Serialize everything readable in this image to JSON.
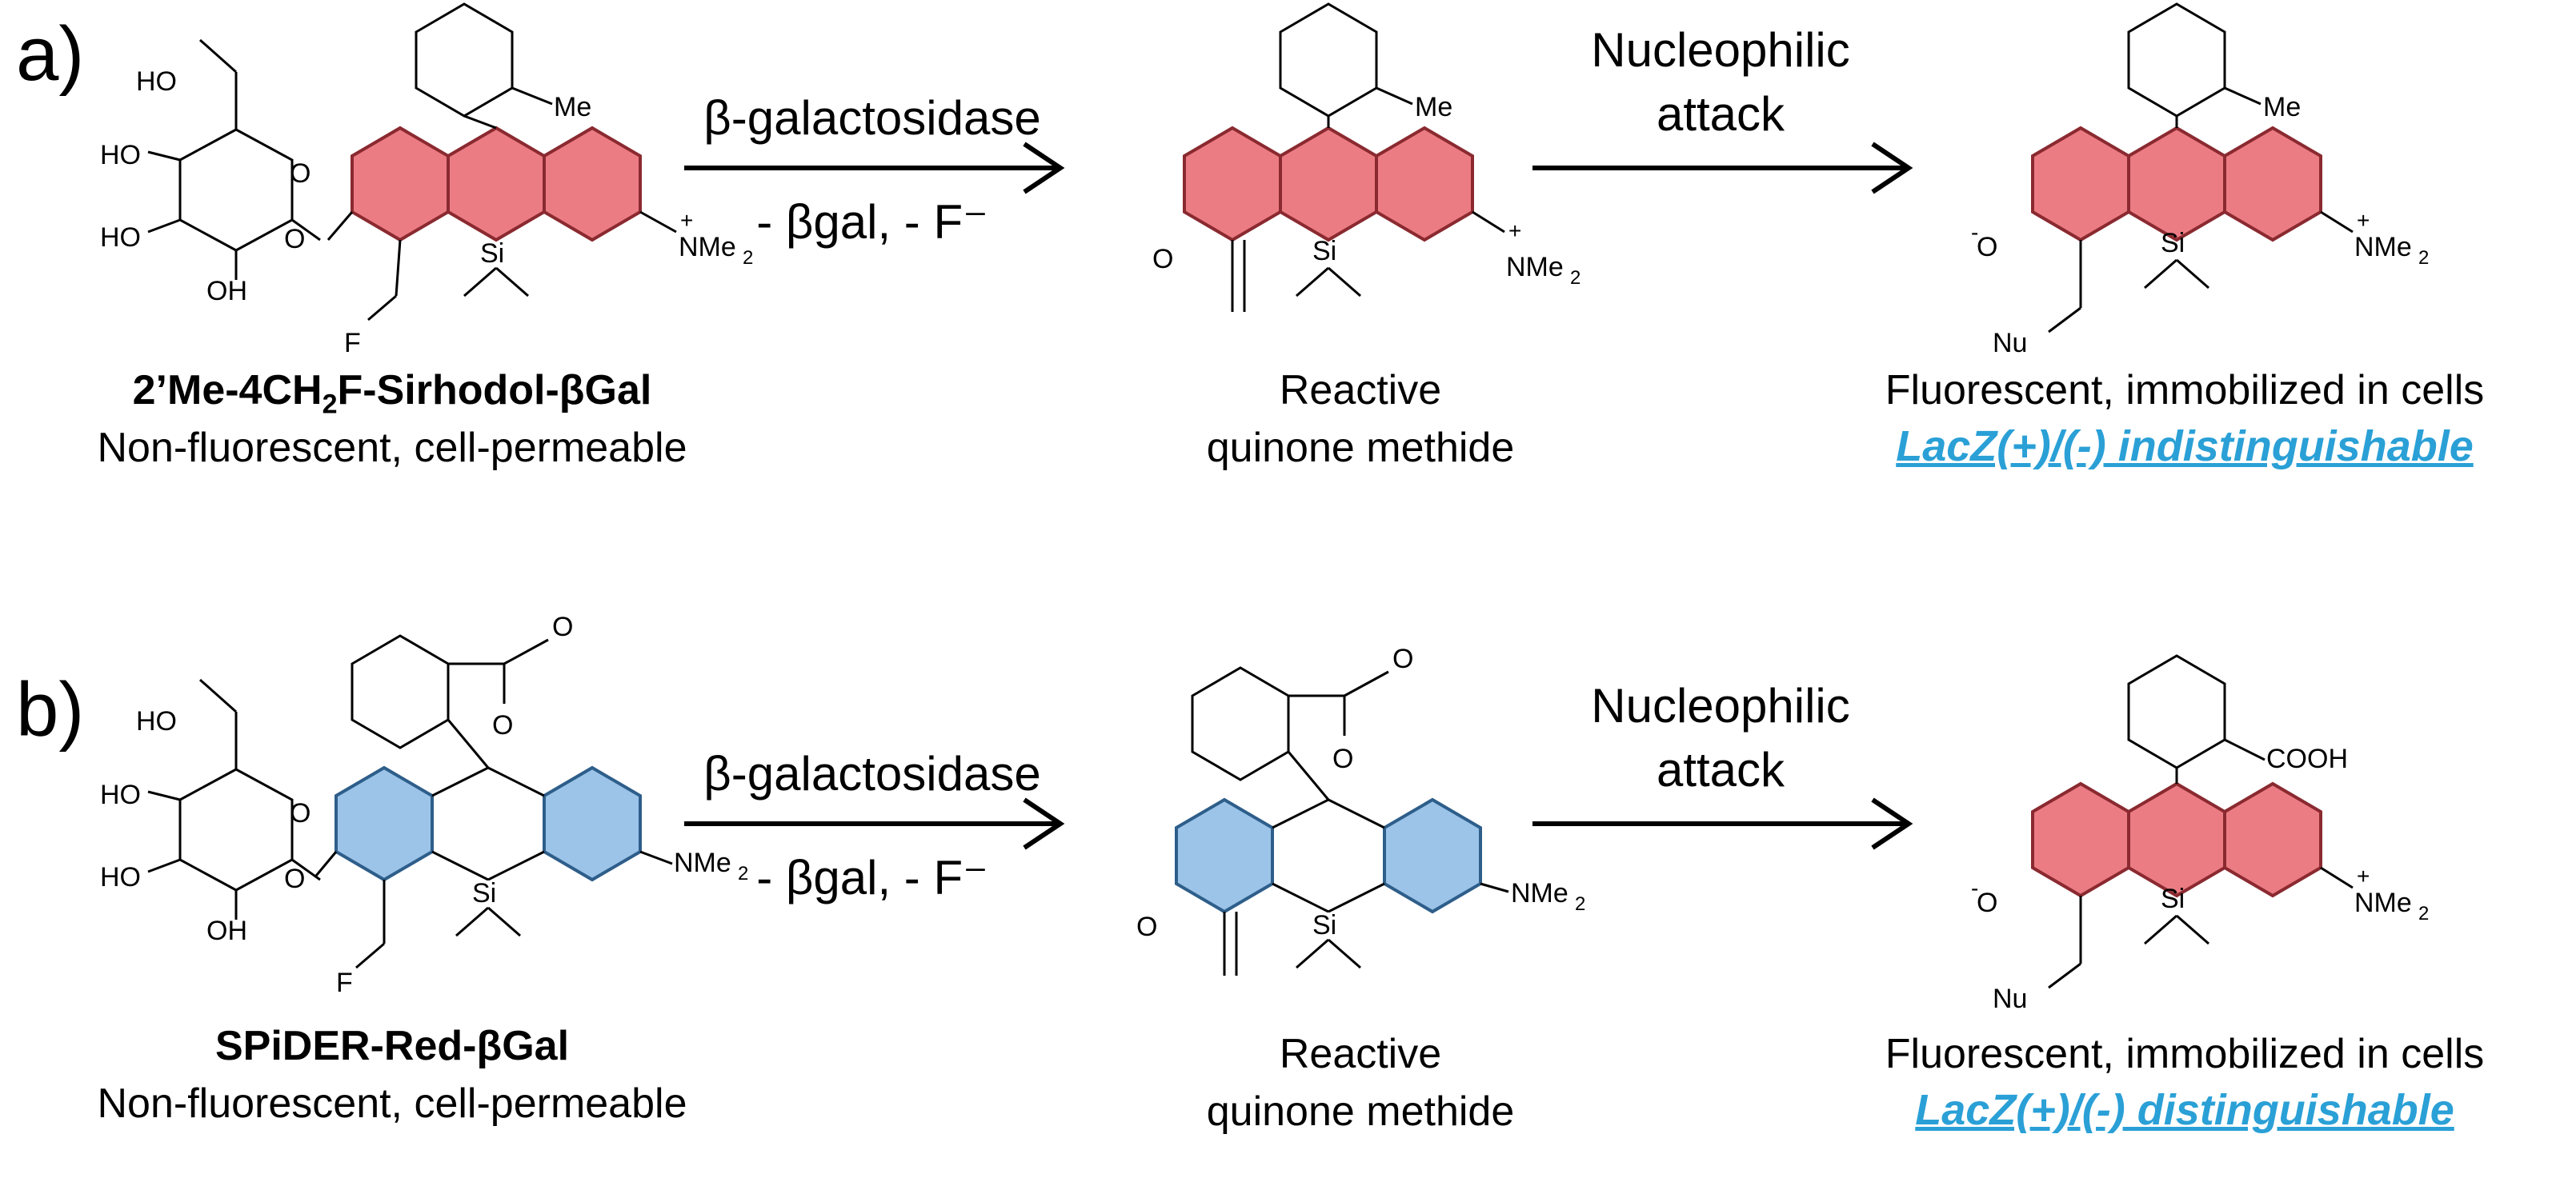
{
  "panel_a": {
    "label": "a)",
    "arrow1_top": "β-galactosidase",
    "arrow1_bottom": "- βgal, - F⁻",
    "arrow2_top": "Nucleophilic",
    "arrow2_bottom": "attack",
    "start_name_main": "2’Me-4CH",
    "start_name_sub": "2",
    "start_name_rest": "F-Sirhodol-βGal",
    "start_desc": "Non-fluorescent, cell-permeable",
    "mid_line1": "Reactive",
    "mid_line2": "quinone methide",
    "end_desc": "Fluorescent, immobilized in cells",
    "end_result": "LacZ(+)/(-) indistinguishable"
  },
  "panel_b": {
    "label": "b)",
    "arrow1_top": "β-galactosidase",
    "arrow1_bottom": "- βgal, - F⁻",
    "arrow2_top": "Nucleophilic",
    "arrow2_bottom": "attack",
    "start_name": "SPiDER-Red-βGal",
    "start_desc": "Non-fluorescent, cell-permeable",
    "mid_line1": "Reactive",
    "mid_line2": "quinone methide",
    "end_desc": "Fluorescent, immobilized in cells",
    "end_result": "LacZ(+)/(-) distinguishable"
  },
  "atom_labels": {
    "ho": "HO",
    "oh": "OH",
    "o": "O",
    "f": "F",
    "si": "Si",
    "me": "Me",
    "nme2": "NMe",
    "two": "2",
    "plus": "+",
    "nu": "Nu",
    "o_minus": "O",
    "minus": "-",
    "cooh": "COOH"
  },
  "colors": {
    "fluorescent_ring": "#ec7c84",
    "nonfluorescent_ring": "#9cc4e8",
    "result_text": "#2aa0d6"
  }
}
